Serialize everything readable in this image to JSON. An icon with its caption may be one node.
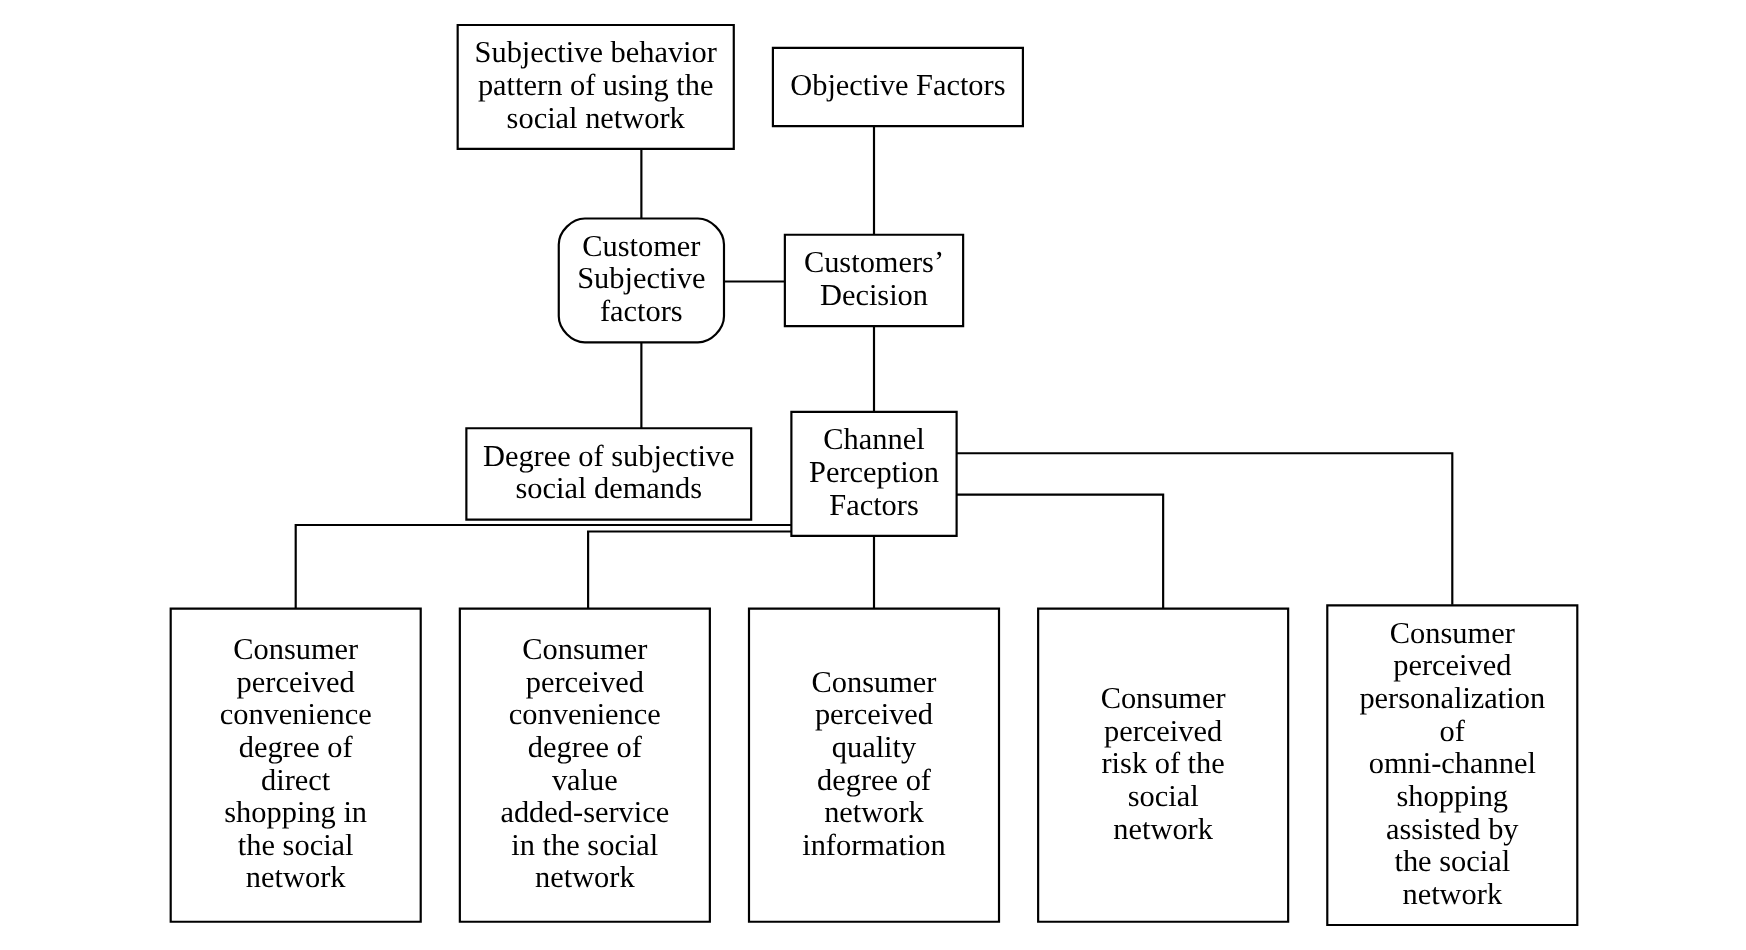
{
  "diagram": {
    "nodes": [
      {
        "text": [
          "Subjective behavior pattern of using the social network"
        ]
      },
      {
        "text": [
          "Degree of subjective social demands"
        ]
      },
      {
        "text": [
          "Customer Subjective factors"
        ]
      },
      {
        "text": [
          "Objective Factors"
        ]
      },
      {
        "text": [
          "Customers’ Decision"
        ]
      },
      {
        "text": [
          "Channel Perception Factors"
        ]
      },
      {
        "text": [
          "Consumer perceived convenience degree of direct shopping in the social network"
        ]
      },
      {
        "text": [
          "Consumer perceived convenience degree of value added-service in the social network"
        ]
      },
      {
        "text": [
          "Consumer perceived quality degree of network information"
        ]
      },
      {
        "text": [
          "Consumer perceived risk of the social network"
        ]
      },
      {
        "text": [
          "Consumer perceived personalization of omni-channel shopping assisted by the social network"
        ]
      }
    ],
    "edges": [
      {
        "from": 0,
        "to": 2,
        "arrow": "none"
      },
      {
        "from": 1,
        "to": 2,
        "arrow": "none"
      },
      {
        "from": 2,
        "to": 4,
        "arrow": "none"
      },
      {
        "from": 3,
        "to": 4,
        "arrow": "none"
      },
      {
        "from": 4,
        "to": 5,
        "arrow": "none"
      },
      {
        "from": 5,
        "to": 6,
        "arrow": "none"
      },
      {
        "from": 5,
        "to": 7,
        "arrow": "none"
      },
      {
        "from": 5,
        "to": 8,
        "arrow": "none"
      },
      {
        "from": 5,
        "to": 9,
        "arrow": "none"
      },
      {
        "from": 5,
        "to": 10,
        "arrow": "none"
      }
    ]
  }
}
